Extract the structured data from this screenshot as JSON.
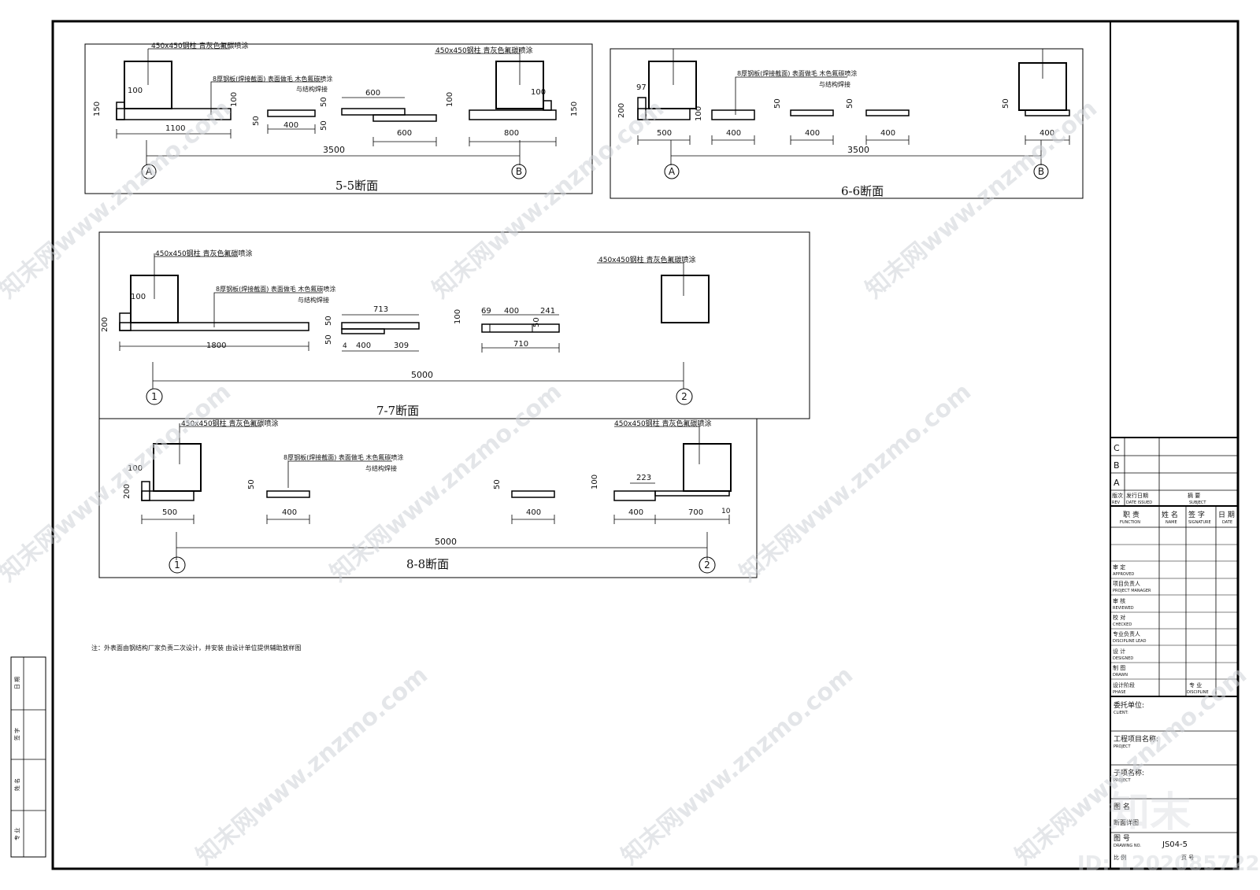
{
  "drawing": {
    "note": "注：外表面由钢结构厂家负责二次设计，并安装 由设计单位提供辅助放样图",
    "common": {
      "column_label": "450x450钢柱  青灰色氟碳喷涂",
      "plate_label": "8厚钢板(焊接截面)  表面做毛  木色氟碳喷涂",
      "plate_label_2": "与结构焊接"
    },
    "sections": {
      "s55": {
        "title": "5-5断面",
        "axis_left": "A",
        "axis_right": "B",
        "overall": "3500",
        "dims": [
          "100",
          "150",
          "1100",
          "100",
          "50",
          "400",
          "50",
          "50",
          "600",
          "600",
          "100",
          "800",
          "100",
          "150"
        ]
      },
      "s66": {
        "title": "6-6断面",
        "axis_left": "A",
        "axis_right": "B",
        "overall": "3500",
        "dims": [
          "97",
          "200",
          "500",
          "100",
          "400",
          "50",
          "400",
          "50",
          "400",
          "50",
          "400"
        ]
      },
      "s77": {
        "title": "7-7断面",
        "axis_left": "1",
        "axis_right": "2",
        "overall": "5000",
        "dims": [
          "100",
          "200",
          "1800",
          "713",
          "50",
          "50",
          "4",
          "400",
          "309",
          "100",
          "69",
          "400",
          "241",
          "50",
          "710"
        ]
      },
      "s88": {
        "title": "8-8断面",
        "axis_left": "1",
        "axis_right": "2",
        "overall": "5000",
        "dims": [
          "100",
          "200",
          "500",
          "50",
          "400",
          "50",
          "400",
          "100",
          "223",
          "400",
          "700",
          "10"
        ]
      }
    }
  },
  "revision_block": {
    "rows": [
      "C",
      "B",
      "A"
    ],
    "rev_label": "版次",
    "rev_label_en": "REV",
    "date_label": "发行日期",
    "date_label_en": "DATE ISSUED",
    "subject_label": "摘    要",
    "subject_label_en": "SUBJECT"
  },
  "signature_block": {
    "headers": [
      {
        "cn": "职  责",
        "en": "FUNCTION"
      },
      {
        "cn": "姓 名",
        "en": "NAME"
      },
      {
        "cn": "签  字",
        "en": "SIGNATURE"
      },
      {
        "cn": "日 期",
        "en": "DATE"
      }
    ],
    "roles": [
      {
        "cn": "审   定",
        "en": "APPROVED"
      },
      {
        "cn": "项目负责人",
        "en": "PROJECT MANAGER"
      },
      {
        "cn": "审   核",
        "en": "REVIEWED"
      },
      {
        "cn": "校   对",
        "en": "CHECKED"
      },
      {
        "cn": "专业负责人",
        "en": "DISCIPLINE LEAD"
      },
      {
        "cn": "设   计",
        "en": "DESIGNED"
      },
      {
        "cn": "制   图",
        "en": "DRAWN"
      },
      {
        "cn": "设计阶段",
        "en": "PHASE"
      }
    ],
    "discipline_cn": "专   业",
    "discipline_en": "DISCIPLINE"
  },
  "project_block": {
    "client_cn": "委托单位:",
    "client_en": "CLIENT:",
    "project_cn": "工程项目名称:",
    "project_en": "PROJECT",
    "sub_cn": "子项名称:",
    "sub_en": "PROJECT",
    "drawing_title_cn": "图  名",
    "drawing_title_value": "断面详图",
    "drawing_no_cn": "图  号",
    "drawing_no_en": "DRAWING NO.",
    "drawing_no": "JS04-5",
    "scale_cn": "比  例",
    "sheet_cn": "页  号"
  },
  "left_strip": {
    "labels": [
      "日 期",
      "签 字",
      "姓 名",
      "专 业"
    ]
  },
  "watermark": {
    "text": "知末网www.znzmo.com",
    "logo": "知末",
    "id": "ID: 1202085722"
  }
}
